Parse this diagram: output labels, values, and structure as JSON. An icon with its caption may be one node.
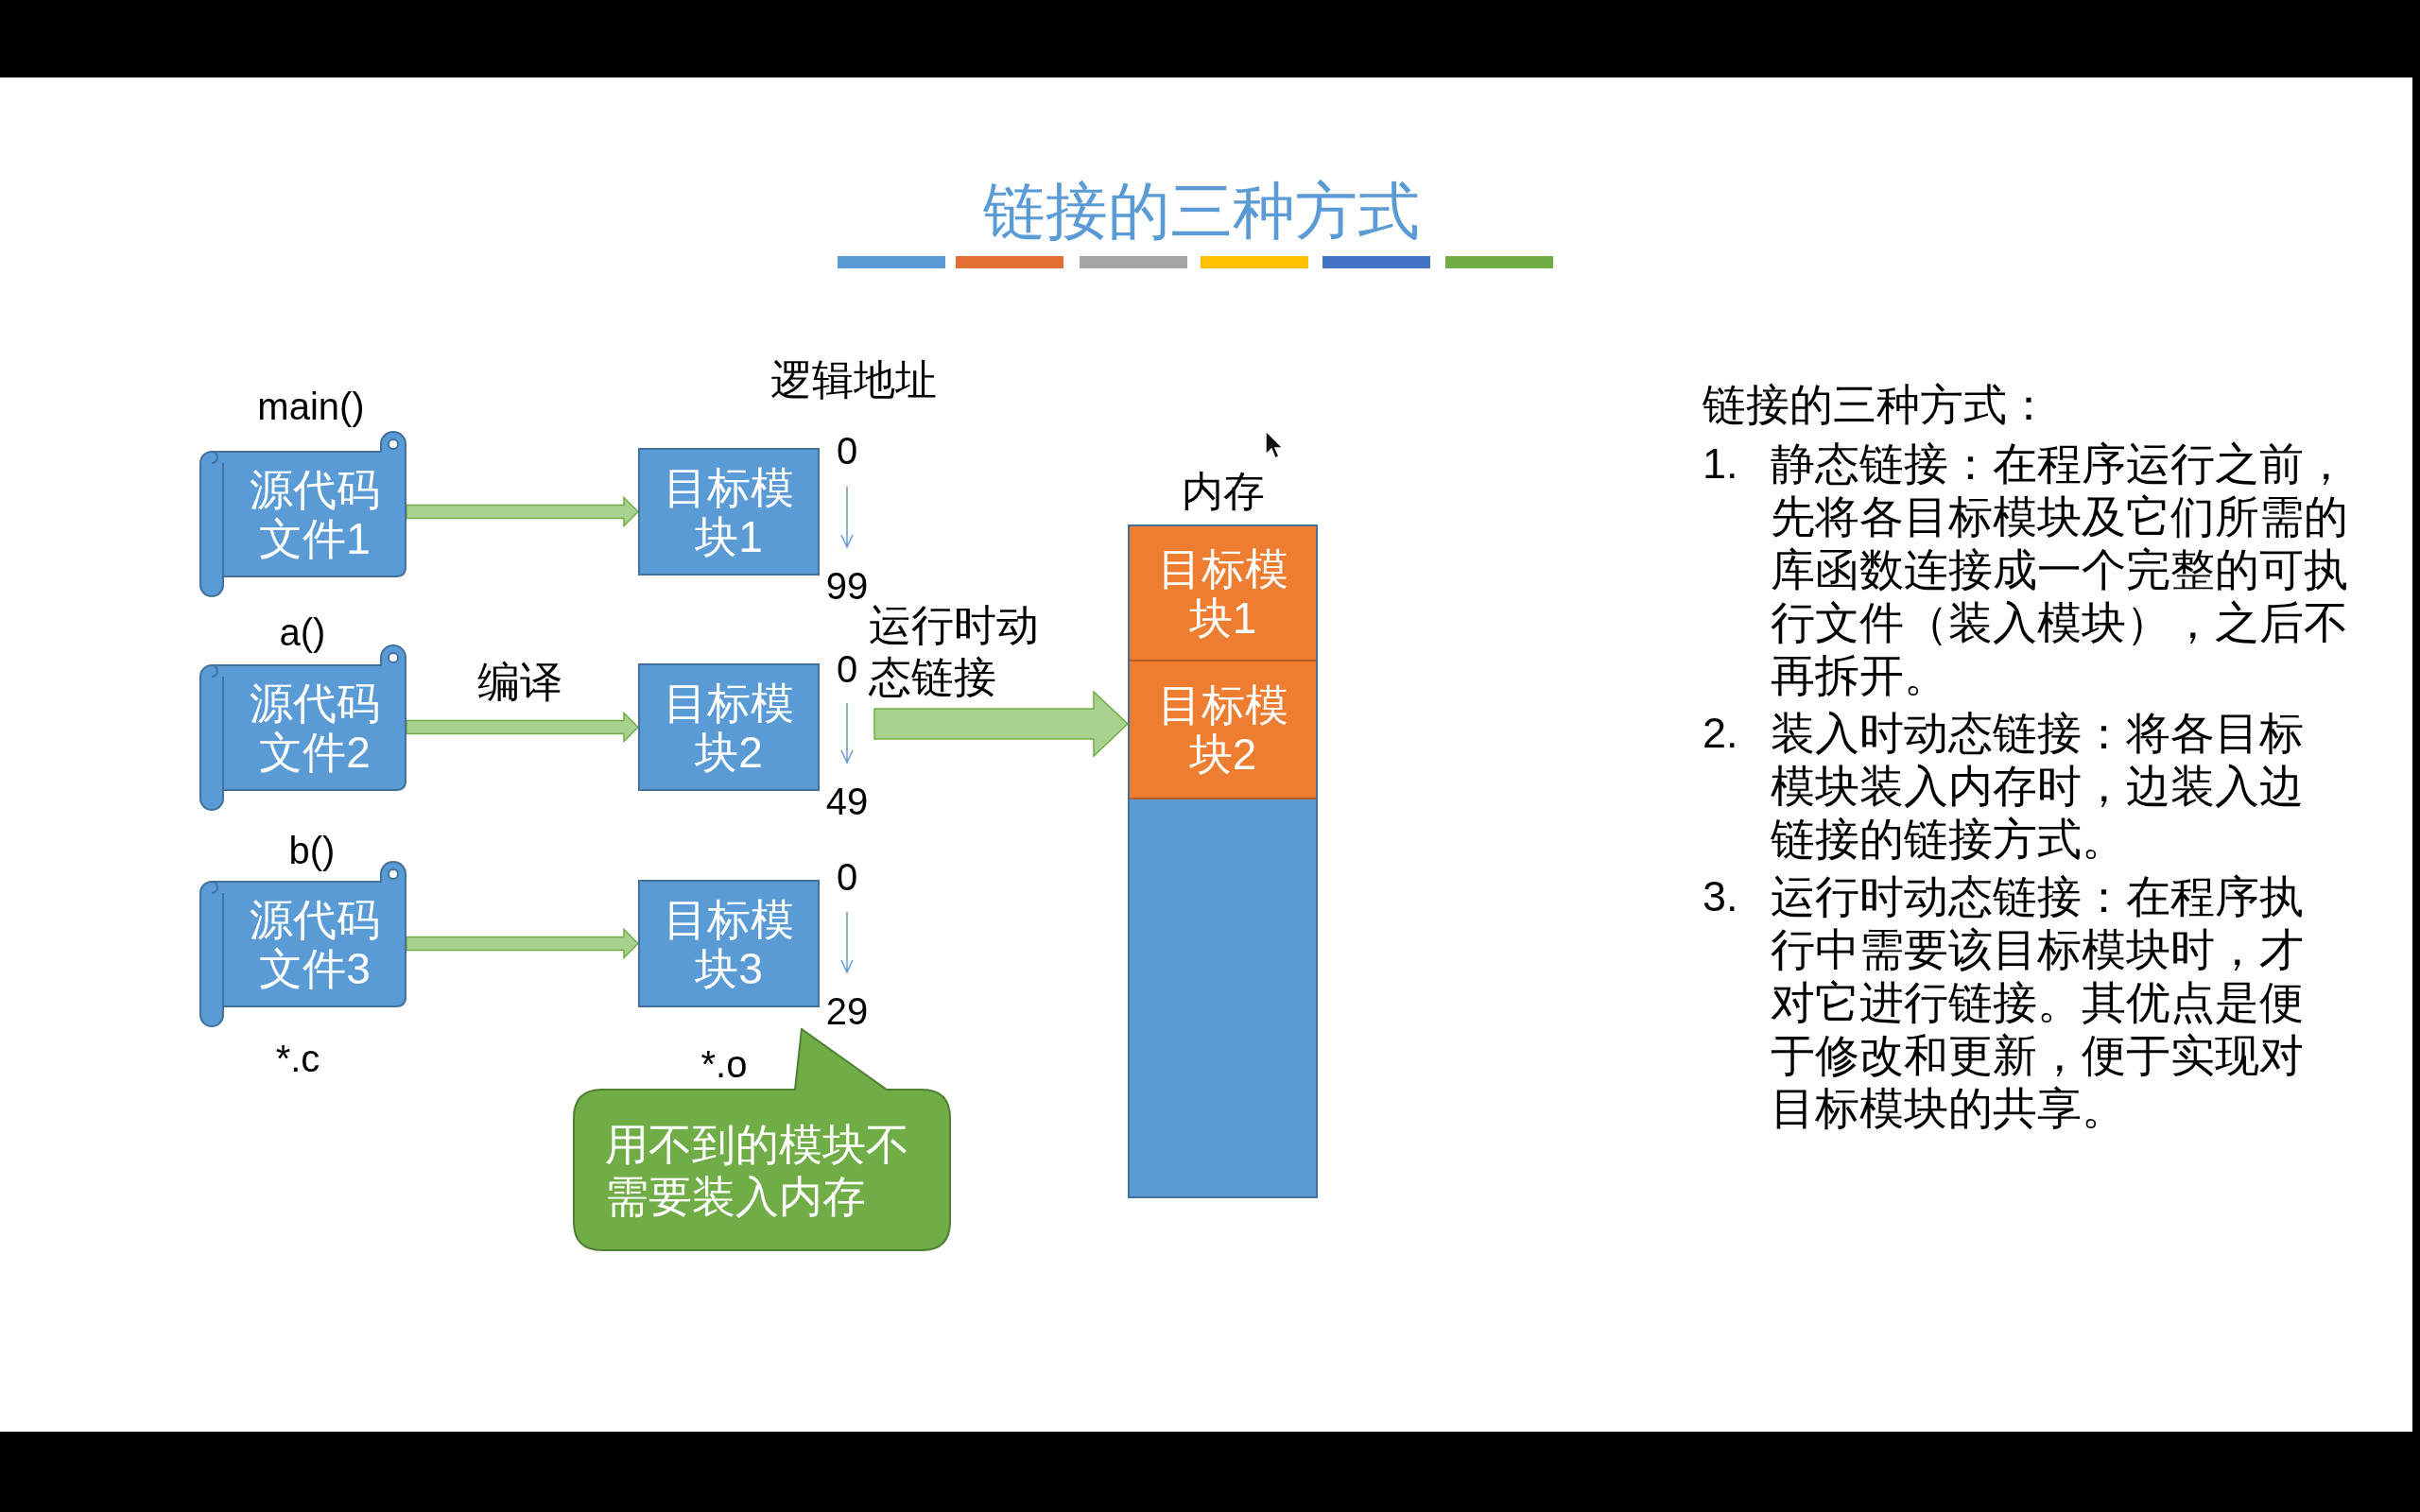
{
  "diagram": {
    "title": "链接的三种方式",
    "nodes": [
      {
        "text": [
          "源代码文件1"
        ],
        "beside": [
          "main()"
        ]
      },
      {
        "text": [
          "源代码文件2"
        ],
        "beside": [
          "a()"
        ]
      },
      {
        "text": [
          "源代码文件3"
        ],
        "beside": [
          "b()"
        ]
      },
      {
        "text": [
          "目标模块1"
        ],
        "beside": [
          "0",
          "99"
        ]
      },
      {
        "text": [
          "目标模块2"
        ],
        "beside": [
          "0",
          "49"
        ]
      },
      {
        "text": [
          "目标模块3"
        ],
        "beside": [
          "0",
          "29"
        ]
      },
      {
        "text": [
          "内存"
        ]
      },
      {
        "text": [
          "目标模块1"
        ],
        "in": 6
      },
      {
        "text": [
          "目标模块2"
        ],
        "in": 6
      },
      {
        "text": [
          "用不到的模块不需要装入内存"
        ]
      }
    ],
    "edges": [
      {
        "from": 0,
        "to": 3,
        "arrow": "to"
      },
      {
        "from": 1,
        "to": 4,
        "arrow": "to",
        "label": "编译"
      },
      {
        "from": 2,
        "to": 5,
        "arrow": "to"
      },
      {
        "from": null,
        "to": 6,
        "arrow": "to",
        "label": "运行时动态链接",
        "style": "thick"
      }
    ],
    "labels": [
      "逻辑地址",
      "*.c",
      "*.o",
      "链接的三种方式：",
      "1.",
      "静态链接：在程序运行之前，先将各目标模块及它们所需的库函数连接成一个完整的可执行文件（装入模块），之后不再拆开。",
      "2.",
      "装入时动态链接：将各目标模块装入内存时，边装入边链接的链接方式。",
      "3.",
      "运行时动态链接：在程序执行中需要该目标模块时，才对它进行链接。其优点是便于修改和更新，便于实现对目标模块的共享。"
    ]
  }
}
